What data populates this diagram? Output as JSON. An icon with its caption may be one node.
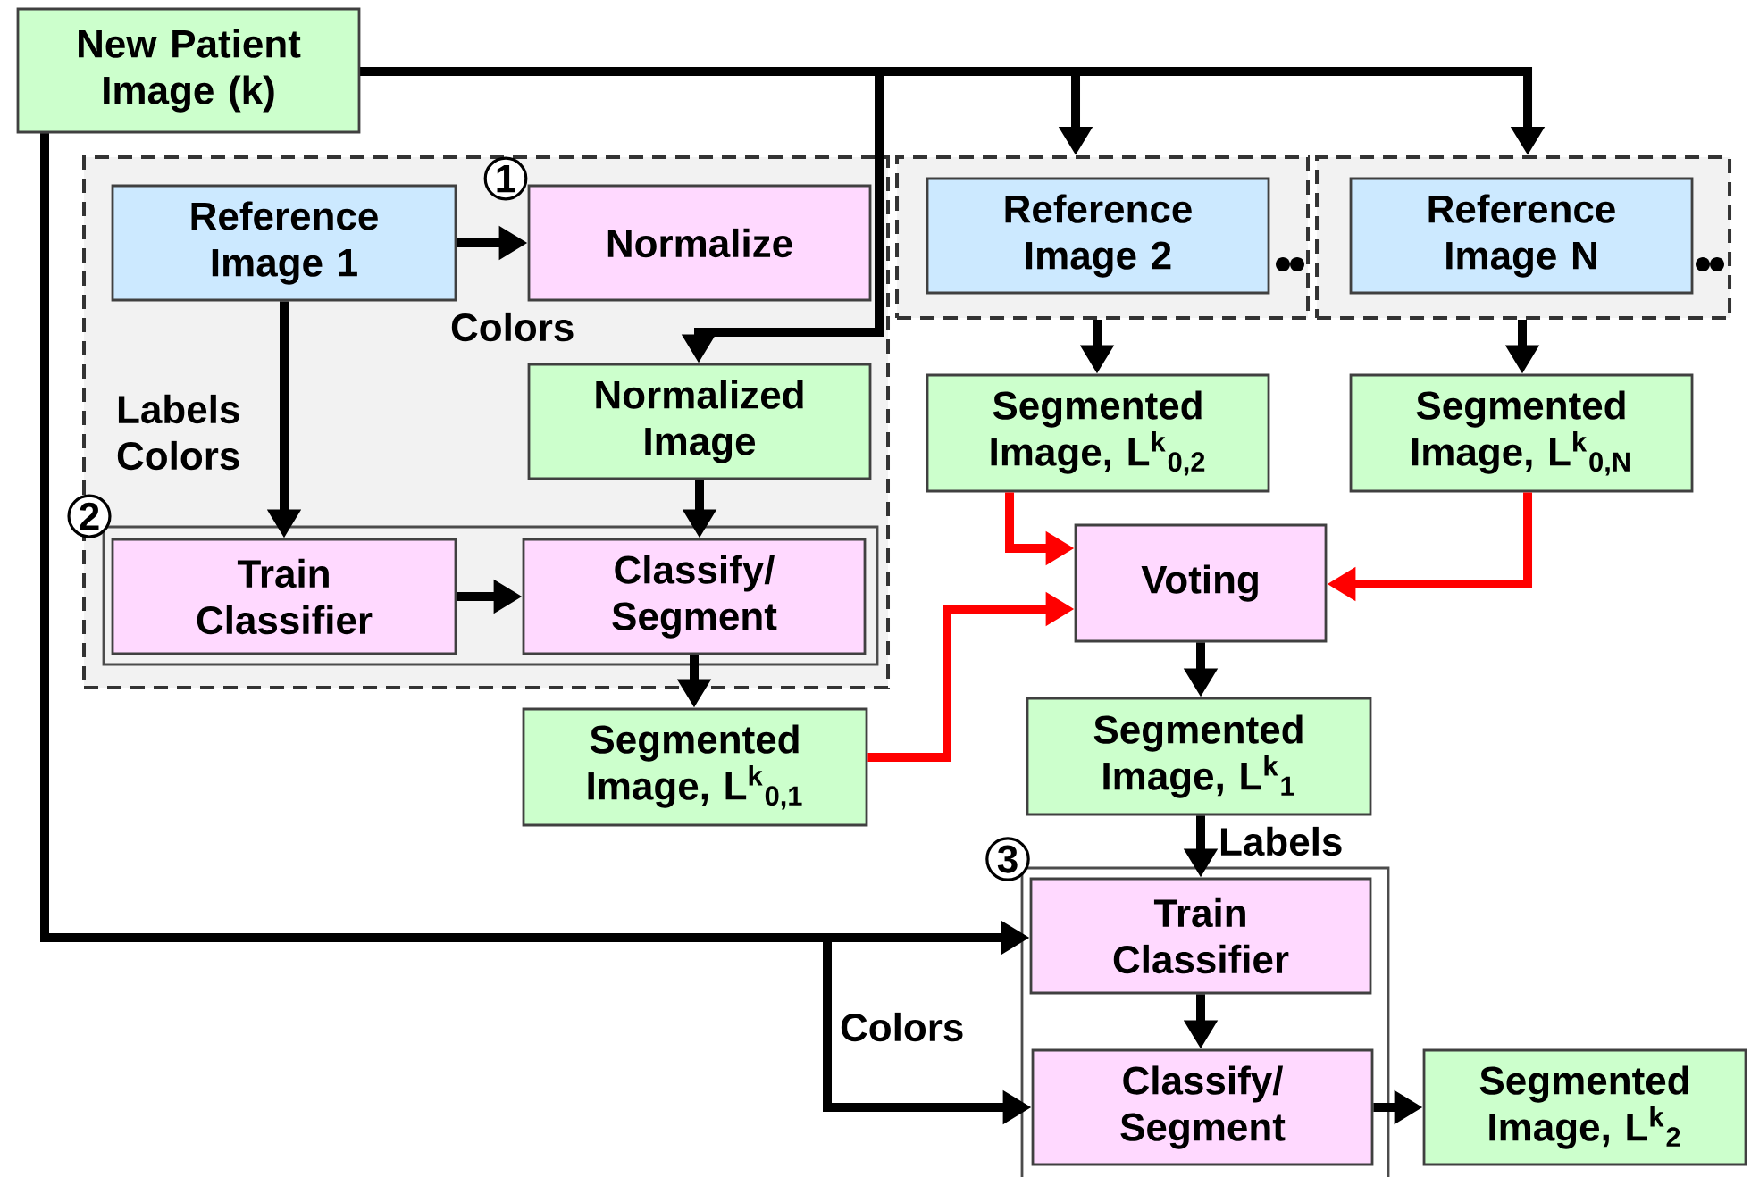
{
  "diagram": {
    "nodes": [
      {
        "text": [
          "New Patient Image (k)"
        ]
      },
      {
        "text": [],
        "shape": "box"
      },
      {
        "text": [
          "Reference Image 1"
        ],
        "in": 1
      },
      {
        "text": [
          "Normalize"
        ],
        "in": 1,
        "beside": [
          "1"
        ]
      },
      {
        "text": [
          "Normalized Image"
        ],
        "in": 1
      },
      {
        "text": [],
        "shape": "box",
        "in": 1,
        "beside": [
          "2"
        ]
      },
      {
        "text": [
          "Train Classifier"
        ],
        "in": 5
      },
      {
        "text": [
          "Classify/ Segment"
        ],
        "in": 5
      },
      {
        "text": [],
        "shape": "box"
      },
      {
        "text": [
          "Reference Image 2"
        ],
        "in": 8
      },
      {
        "text": [],
        "shape": "box"
      },
      {
        "text": [
          "Reference Image N"
        ],
        "in": 10
      },
      {
        "text": [
          "Segmented Image, L$^{k}$$_{0,2}$"
        ]
      },
      {
        "text": [
          "Segmented Image, L$^{k}$$_{0,N}$"
        ]
      },
      {
        "text": [
          "Voting"
        ]
      },
      {
        "text": [
          "Segmented Image, L$^{k}$$_{0,1}$"
        ]
      },
      {
        "text": [
          "Segmented Image, L$^{k}$$_{1}$"
        ]
      },
      {
        "text": [],
        "shape": "box",
        "beside": [
          "3"
        ]
      },
      {
        "text": [
          "Train Classifier"
        ],
        "in": 17
      },
      {
        "text": [
          "Classify/ Segment"
        ],
        "in": 17
      },
      {
        "text": [
          "Segmented Image, L$^{k}$$_{2}$"
        ]
      }
    ],
    "edges": [
      {
        "from": 0,
        "to": 4,
        "arrow": "to"
      },
      {
        "from": 0,
        "to": 8,
        "arrow": "to"
      },
      {
        "from": 0,
        "to": 10,
        "arrow": "to"
      },
      {
        "from": 0,
        "to": 18,
        "arrow": "to"
      },
      {
        "from": 0,
        "to": 19,
        "arrow": "to",
        "label": "Colors"
      },
      {
        "from": 2,
        "to": 3,
        "arrow": "to",
        "label": "Colors"
      },
      {
        "from": 2,
        "to": 6,
        "arrow": "to",
        "label": "Labels Colors"
      },
      {
        "from": 4,
        "to": 7,
        "arrow": "to"
      },
      {
        "from": 6,
        "to": 7,
        "arrow": "to"
      },
      {
        "from": 7,
        "to": 15,
        "arrow": "to"
      },
      {
        "from": 8,
        "to": 12,
        "arrow": "to"
      },
      {
        "from": 10,
        "to": 13,
        "arrow": "to"
      },
      {
        "from": 12,
        "to": 14,
        "arrow": "to",
        "color": "#ff0000"
      },
      {
        "from": 13,
        "to": 14,
        "arrow": "to",
        "color": "#ff0000"
      },
      {
        "from": 15,
        "to": 14,
        "arrow": "to",
        "color": "#ff0000"
      },
      {
        "from": 14,
        "to": 16,
        "arrow": "to"
      },
      {
        "from": 16,
        "to": 18,
        "arrow": "to",
        "label": "Labels"
      },
      {
        "from": 18,
        "to": 19,
        "arrow": "to"
      },
      {
        "from": 19,
        "to": 20,
        "arrow": "to"
      }
    ]
  }
}
